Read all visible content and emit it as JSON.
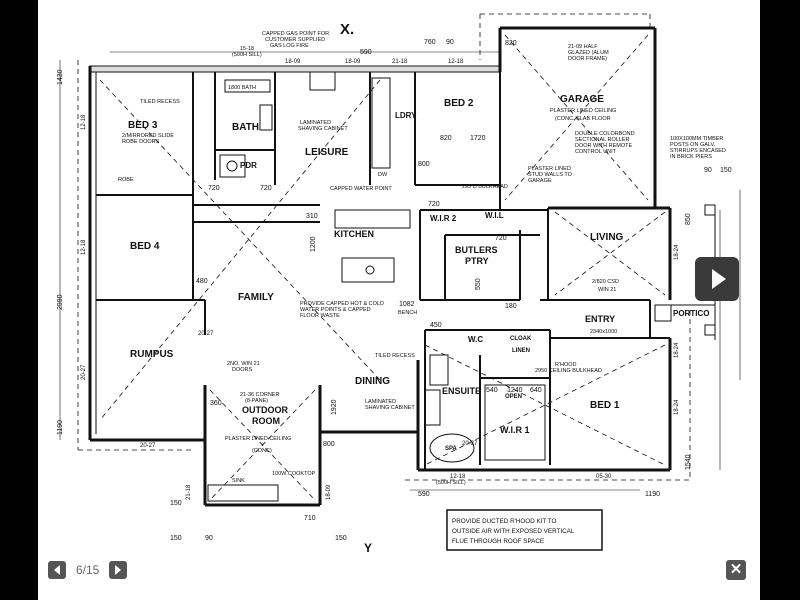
{
  "plan": {
    "rooms": {
      "bed3": "BED 3",
      "bath": "BATH",
      "pdr": "PDR",
      "leisure": "LEISURE",
      "ldry": "LDRY",
      "bed2": "BED 2",
      "garage": "GARAGE",
      "bed4": "BED 4",
      "kitchen": "KITCHEN",
      "wir2": "W.I.R 2",
      "wil": "W.I.L",
      "butlers": "BUTLERS",
      "ptry": "PTRY",
      "living": "LIVING",
      "family": "FAMILY",
      "rumpus": "RUMPUS",
      "dining": "DINING",
      "entry": "ENTRY",
      "portico": "PORTICO",
      "wc": "W.C",
      "cloak": "CLOAK",
      "linen": "LINEN",
      "ensuite": "ENSUITE",
      "wir1": "W.I.R 1",
      "bed1": "BED 1",
      "outdoor": "OUTDOOR",
      "outdoor_room": "ROOM",
      "opn": "OPEN",
      "spa": "SPA"
    },
    "labels": {
      "x_mark": "X.",
      "y_mark": "Y",
      "gas_note": "CAPPED GAS POINT FOR",
      "gas_note2": "CUSTOMER SUPPLIED",
      "gas_note3": "GAS LOG FIRE",
      "gas_note4": "CAPPED",
      "bath_size": "1800 BATH",
      "tiled_recess": "TILED RECESS",
      "mirrored": "2/MIRRORED SLIDE",
      "robe_doors": "ROBE DOORS",
      "laminated": "LAMINATED",
      "shaving_cabinet": "SHAVING CABINET",
      "robe": "ROBE",
      "dw": "DW",
      "garage_n1": "21-09 HALF",
      "garage_n2": "GLAZED (ALUM",
      "garage_n3": "DOOR FRAME)",
      "garage_n4": "PLASTER LINED CEILING",
      "garage_n5": "(CONC. SLAB FLOOR",
      "garage_n6": "DOUBLE COLORBOND",
      "garage_n7": "SECTIONAL ROLLER",
      "garage_n8": "DOOR WITH REMOTE",
      "garage_n9": "CONTROL UNIT",
      "garage_n10": "PLASTER LINED",
      "garage_n11": "STUD WALLS TO",
      "garage_n12": "GARAGE",
      "post_n1": "100X100MM TIMBER",
      "post_n2": "POSTS ON GALV.",
      "post_n3": "STIRRUPS ENCASED",
      "post_n4": "IN BRICK PIERS",
      "bulkhead": "295 D BULKHEAD",
      "capped_water": "CAPPED WATER POINT",
      "provide_n1": "PROVIDE CAPPED HOT & COLD",
      "provide_n2": "WATER POINTS & CAPPED",
      "provide_n3": "FLOOR WASTE",
      "bench": "BENCH",
      "win_21": "2NO. WIN 21",
      "doors": "DOORS",
      "tiled_recess2": "TILED RECESS",
      "laminated2": "LAMINATED",
      "shaving_cabinet2": "SHAVING CABINET",
      "cooktop": "100W COOKTOP",
      "sink": "SINK",
      "outdoor_n1": "21-36 CORNER",
      "outdoor_n2": "(8-PANE)",
      "outdoor_n3": "PLASTER LINED CEILING",
      "outdoor_n4": "(CONC)",
      "ceiling_bulkhead": "2950 CEILING BULKHEAD",
      "entry_n1": "2/820 CSD",
      "entry_n2": "WIN 21",
      "entry_n3": "2340x1000",
      "bulkhead2": "R'HOOD",
      "note_box1": "PROVIDE DUCTED R'HOOD KIT TO",
      "note_box2": "OUTSIDE AIR WITH EXPOSED VERTICAL",
      "note_box3": "FLUE THROUGH ROOF SPACE",
      "sill_1": "15-18",
      "sill_2": "(500H SILL)",
      "sill_3": "(500H SILL)"
    },
    "dims": {
      "d760": "760",
      "d90": "90",
      "d590a": "590",
      "d590b": "590",
      "d1430": "1430",
      "d2990": "2990",
      "d1190a": "1190",
      "d1190b": "1190",
      "d1540": "1540",
      "d820a": "820",
      "d1720": "1720",
      "d820b": "820",
      "d800a": "800",
      "d720a": "720",
      "d720b": "720",
      "d720c": "720",
      "d720d": "720",
      "d310": "310",
      "d1200": "1200",
      "d480": "480",
      "d1082": "1082",
      "d1920": "1920",
      "d360": "360",
      "d800b": "800",
      "d710": "710",
      "d150a": "150",
      "d150b": "150",
      "d150c": "150",
      "d150d": "150",
      "d90a": "90",
      "d90b": "90",
      "d850": "850",
      "d540": "540",
      "d1240": "1240",
      "d640": "640",
      "d450": "450",
      "d180": "180",
      "d550": "550"
    },
    "windows": {
      "w1": "12-18",
      "w2": "12-18",
      "w3": "20-27",
      "w4": "20-27",
      "w5": "20-27",
      "w6": "20-27",
      "w7": "18-24",
      "w8": "18-24",
      "w9": "18-24",
      "w10": "18-09",
      "w11": "18-09",
      "w12": "21-18",
      "w13": "12-18",
      "w14": "12-18",
      "w15": "05-30",
      "w16": "21-18",
      "w17": "18-09"
    }
  },
  "viewer": {
    "counter": "6/15"
  }
}
